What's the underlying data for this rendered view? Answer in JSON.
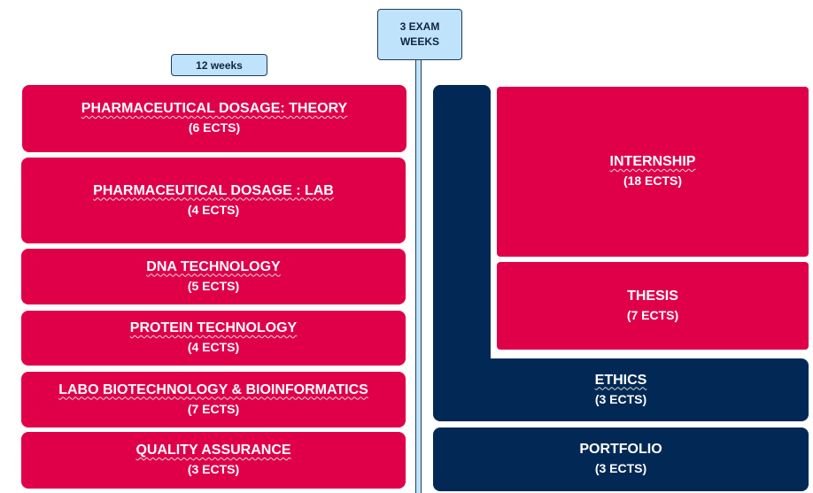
{
  "labels": {
    "exam_line1": "3 EXAM",
    "exam_line2": "WEEKS",
    "weeks": "12 weeks"
  },
  "left_courses": [
    {
      "title": "PHARMACEUTICAL DOSAGE: THEORY",
      "ects": "(6 ECTS)"
    },
    {
      "title": "PHARMACEUTICAL DOSAGE : LAB",
      "ects": "(4 ECTS)"
    },
    {
      "title": "DNA TECHNOLOGY",
      "ects": "(5 ECTS)"
    },
    {
      "title": "PROTEIN TECHNOLOGY",
      "ects": "(4 ECTS)"
    },
    {
      "title": "LABO BIOTECHNOLOGY & BIOINFORMATICS",
      "ects": "(7 ECTS)"
    },
    {
      "title": "QUALITY ASSURANCE",
      "ects": "(3 ECTS)"
    }
  ],
  "right_courses": {
    "internship": {
      "title": "INTERNSHIP",
      "ects": "(18 ECTS)"
    },
    "thesis": {
      "title": "THESIS",
      "ects": "(7 ECTS)"
    },
    "ethics": {
      "title": "ETHICS",
      "ects": "(3 ECTS)"
    },
    "portfolio": {
      "title": "PORTFOLIO",
      "ects": "(3 ECTS)"
    }
  },
  "colors": {
    "course_red": "#e0004a",
    "navy": "#022956",
    "callout_fill": "#bfe3fb"
  }
}
